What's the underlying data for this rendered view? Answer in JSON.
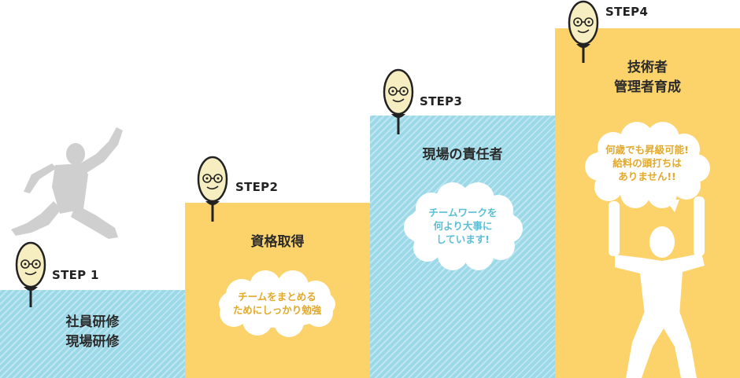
{
  "colors": {
    "blue": "#9cd9e8",
    "yellow": "#fcd26a",
    "figure": "#cfcfcf",
    "figure_white": "#ffffff"
  },
  "steps": [
    {
      "label": "STEP 1",
      "title": [
        "社員研修",
        "現場研修"
      ],
      "bubble": []
    },
    {
      "label": "STEP2",
      "title": [
        "資格取得"
      ],
      "bubble": [
        "チームをまとめる",
        "ためにしっかり勉強"
      ]
    },
    {
      "label": "STEP3",
      "title": [
        "現場の責任者"
      ],
      "bubble": [
        "チームワークを",
        "何より大事に",
        "しています!"
      ]
    },
    {
      "label": "STEP4",
      "title": [
        "技術者",
        "管理者育成"
      ],
      "bubble": [
        "何歳でも昇級可能!",
        "給料の頭打ちは",
        "ありません!!"
      ]
    }
  ],
  "icons": [
    "rice-grain-mascot-icon",
    "jumping-person-icon",
    "cheering-person-icon"
  ]
}
